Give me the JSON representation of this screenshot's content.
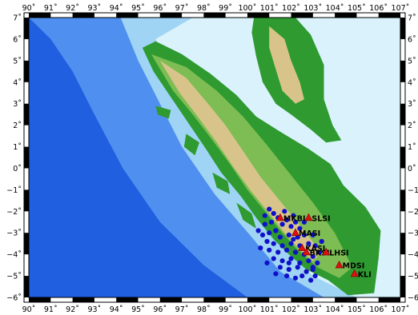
{
  "map": {
    "lon_range": [
      90,
      107
    ],
    "lat_range": [
      -6,
      7
    ],
    "colors": {
      "deep_ocean": "#1f5fe0",
      "mid_ocean": "#4f8ff0",
      "shelf": "#9fd4f4",
      "shallow": "#d9f2fb",
      "lowland": "#2f9a2f",
      "upland": "#7dbd54",
      "highland": "#d8c48a",
      "peak": "#b58a55",
      "station": "#e01010",
      "event": "#1010c8"
    }
  },
  "axes": {
    "x_ticks": [
      "90˚",
      "91˚",
      "92˚",
      "93˚",
      "94˚",
      "95˚",
      "96˚",
      "97˚",
      "98˚",
      "99˚",
      "100˚",
      "101˚",
      "102˚",
      "103˚",
      "104˚",
      "105˚",
      "106˚",
      "107˚"
    ],
    "y_ticks": [
      "7˚",
      "6˚",
      "5˚",
      "4˚",
      "3˚",
      "2˚",
      "1˚",
      "0˚",
      "−1˚",
      "−2˚",
      "−3˚",
      "−4˚",
      "−5˚",
      "−6˚"
    ]
  },
  "stations": [
    {
      "label": "MKBI",
      "lon": 101.5,
      "lat": -2.3
    },
    {
      "label": "SLSI",
      "lon": 102.8,
      "lat": -2.3
    },
    {
      "label": "MASI",
      "lon": 102.2,
      "lat": -3.0
    },
    {
      "label": "KASI",
      "lon": 102.5,
      "lat": -3.7
    },
    {
      "label": "BKSI",
      "lon": 102.7,
      "lat": -3.9
    },
    {
      "label": "LHSI",
      "lon": 103.6,
      "lat": -3.9
    },
    {
      "label": "MDSI",
      "lon": 104.2,
      "lat": -4.5
    },
    {
      "label": "KLI",
      "lon": 104.9,
      "lat": -4.9
    }
  ],
  "events": [
    [
      101.0,
      -1.9
    ],
    [
      101.2,
      -2.1
    ],
    [
      101.4,
      -2.3
    ],
    [
      101.1,
      -2.5
    ],
    [
      100.8,
      -2.6
    ],
    [
      101.6,
      -2.6
    ],
    [
      101.8,
      -2.4
    ],
    [
      102.0,
      -2.7
    ],
    [
      102.2,
      -2.5
    ],
    [
      102.4,
      -2.8
    ],
    [
      101.3,
      -2.9
    ],
    [
      101.0,
      -3.0
    ],
    [
      100.7,
      -3.1
    ],
    [
      101.5,
      -3.2
    ],
    [
      101.9,
      -3.1
    ],
    [
      102.3,
      -3.2
    ],
    [
      102.6,
      -3.1
    ],
    [
      100.9,
      -3.4
    ],
    [
      101.2,
      -3.5
    ],
    [
      101.6,
      -3.6
    ],
    [
      102.0,
      -3.5
    ],
    [
      102.4,
      -3.6
    ],
    [
      102.8,
      -3.5
    ],
    [
      103.1,
      -3.6
    ],
    [
      100.6,
      -3.7
    ],
    [
      101.0,
      -3.8
    ],
    [
      101.4,
      -3.9
    ],
    [
      101.8,
      -3.8
    ],
    [
      102.2,
      -3.9
    ],
    [
      102.6,
      -4.0
    ],
    [
      103.0,
      -4.1
    ],
    [
      103.3,
      -3.9
    ],
    [
      101.2,
      -4.2
    ],
    [
      101.6,
      -4.3
    ],
    [
      102.0,
      -4.2
    ],
    [
      102.4,
      -4.4
    ],
    [
      102.8,
      -4.3
    ],
    [
      103.2,
      -4.4
    ],
    [
      101.5,
      -4.6
    ],
    [
      101.9,
      -4.7
    ],
    [
      102.3,
      -4.6
    ],
    [
      102.7,
      -4.8
    ],
    [
      103.0,
      -4.7
    ],
    [
      103.1,
      -5.0
    ],
    [
      102.5,
      -5.0
    ],
    [
      102.9,
      -5.2
    ],
    [
      101.8,
      -5.0
    ],
    [
      101.3,
      -4.9
    ],
    [
      100.9,
      -4.4
    ],
    [
      100.5,
      -2.9
    ],
    [
      100.8,
      -2.2
    ],
    [
      101.7,
      -2.0
    ],
    [
      102.1,
      -2.2
    ],
    [
      102.6,
      -2.5
    ],
    [
      103.0,
      -3.1
    ],
    [
      103.4,
      -3.4
    ],
    [
      103.0,
      -4.6
    ],
    [
      102.2,
      -5.1
    ],
    [
      101.9,
      -4.4
    ],
    [
      102.1,
      -3.3
    ]
  ]
}
